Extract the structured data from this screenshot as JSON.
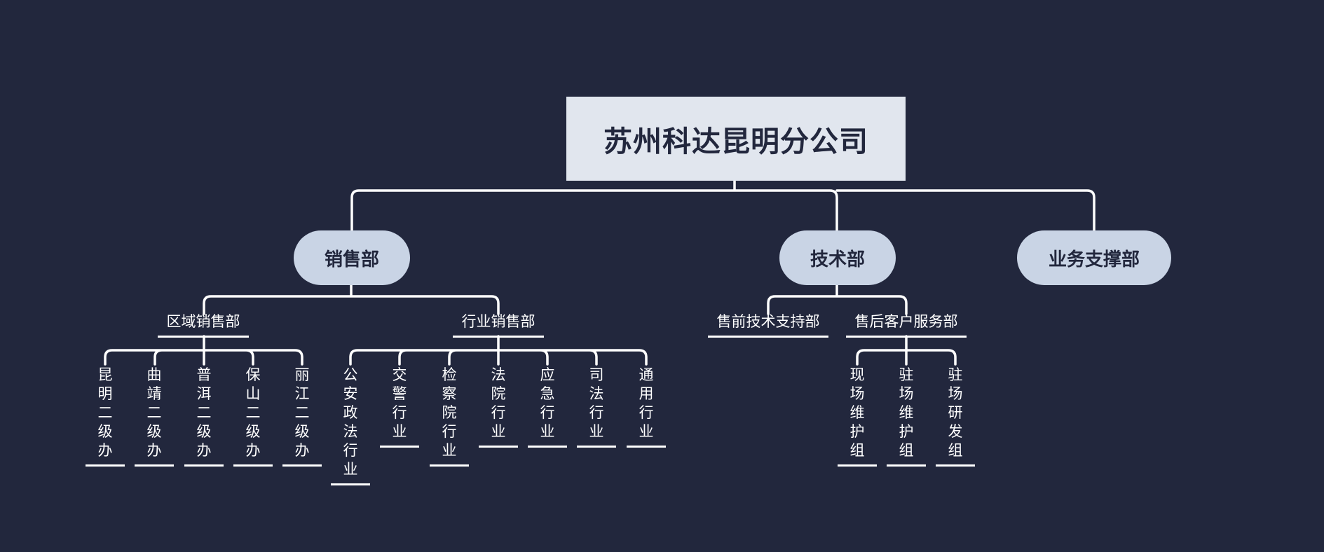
{
  "root": {
    "label": "苏州科达昆明分公司"
  },
  "departments": {
    "sales": {
      "label": "销售部"
    },
    "tech": {
      "label": "技术部"
    },
    "support": {
      "label": "业务支撑部"
    }
  },
  "sales": {
    "regional": {
      "label": "区域销售部",
      "offices": [
        "昆明二级办",
        "曲靖二级办",
        "普洱二级办",
        "保山二级办",
        "丽江二级办"
      ]
    },
    "industry": {
      "label": "行业销售部",
      "sectors": [
        "公安政法行业",
        "交警行业",
        "检察院行业",
        "法院行业",
        "应急行业",
        "司法行业",
        "通用行业"
      ]
    }
  },
  "tech": {
    "presales": {
      "label": "售前技术支持部"
    },
    "aftersales": {
      "label": "售后客户服务部",
      "groups": [
        "现场维护组",
        "驻场维护组",
        "驻场研发组"
      ]
    }
  }
}
